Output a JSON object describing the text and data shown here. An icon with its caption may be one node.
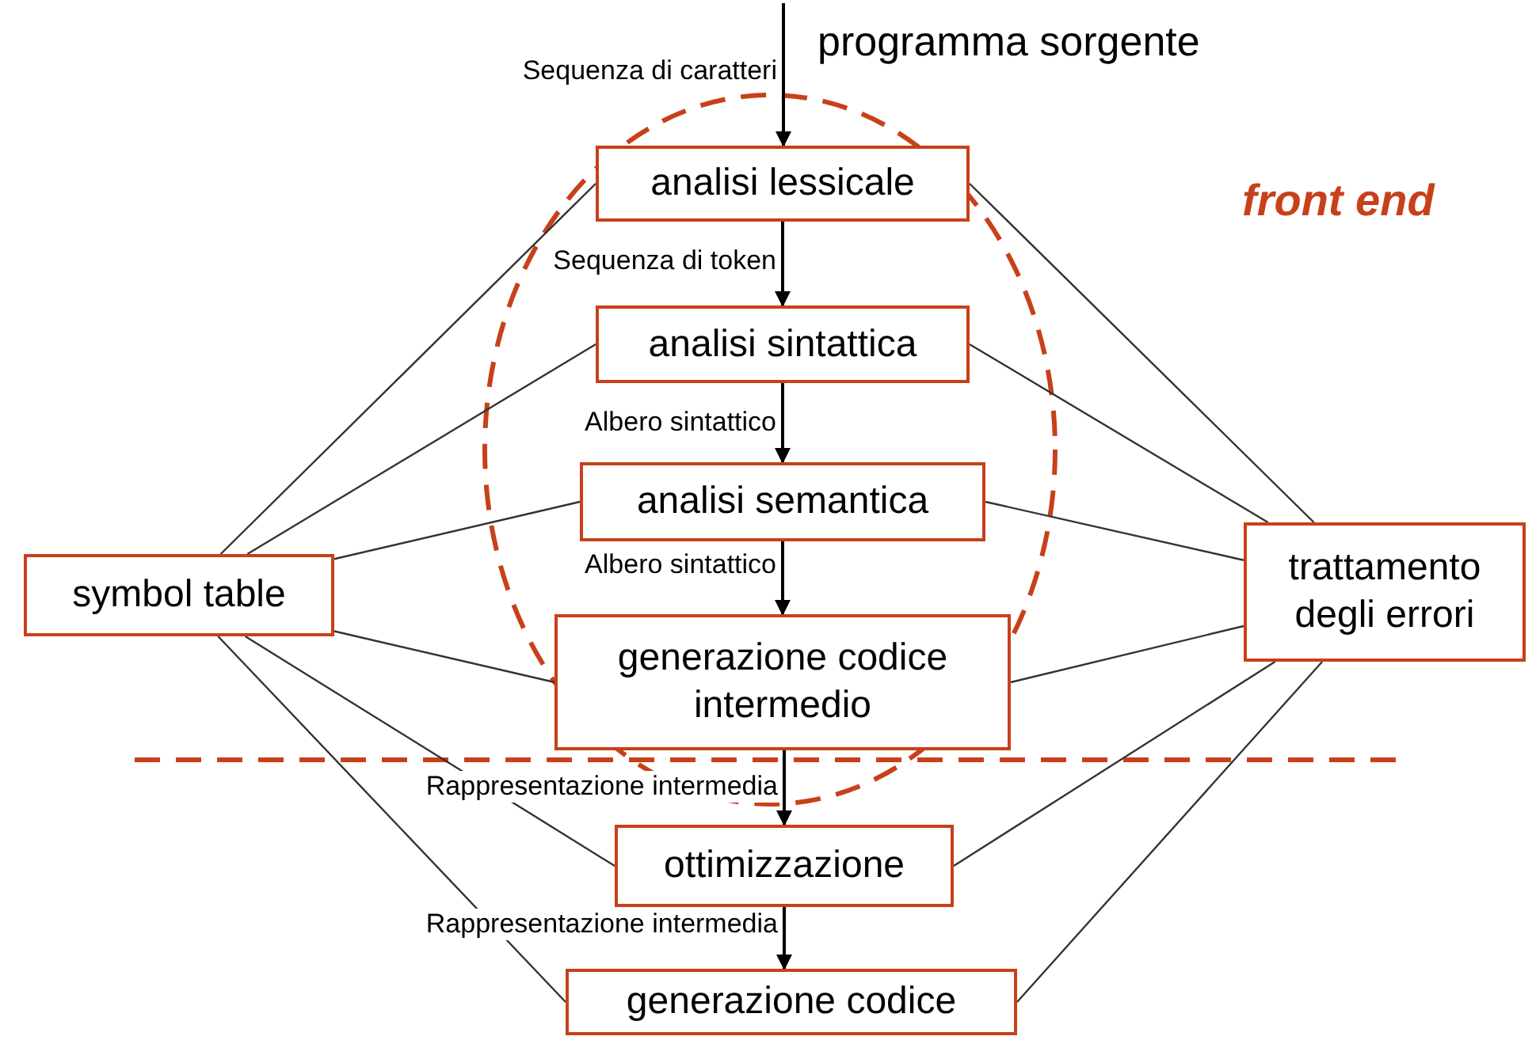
{
  "diagram": {
    "nodes": [
      {
        "text": [
          "analisi lessicale"
        ]
      },
      {
        "text": [
          "analisi sintattica"
        ]
      },
      {
        "text": [
          "analisi semantica"
        ]
      },
      {
        "text": [
          "generazione codice intermedio"
        ]
      },
      {
        "text": [
          "ottimizzazione"
        ]
      },
      {
        "text": [
          "generazione codice"
        ]
      },
      {
        "text": [
          "symbol table"
        ]
      },
      {
        "text": [
          "trattamento degli errori"
        ]
      }
    ],
    "edges": [
      {
        "from": null,
        "to": 0,
        "arrow": "to",
        "label": "Sequenza di caratteri"
      },
      {
        "from": 0,
        "to": 1,
        "arrow": "to",
        "label": "Sequenza di token"
      },
      {
        "from": 1,
        "to": 2,
        "arrow": "to",
        "label": "Albero sintattico"
      },
      {
        "from": 2,
        "to": 3,
        "arrow": "to",
        "label": "Albero sintattico"
      },
      {
        "from": 3,
        "to": 4,
        "arrow": "to",
        "label": "Rappresentazione intermedia"
      },
      {
        "from": 4,
        "to": 5,
        "arrow": "to",
        "label": "Rappresentazione intermedia"
      },
      {
        "from": 6,
        "to": 0,
        "arrow": "none"
      },
      {
        "from": 6,
        "to": 1,
        "arrow": "none"
      },
      {
        "from": 6,
        "to": 2,
        "arrow": "none"
      },
      {
        "from": 6,
        "to": 3,
        "arrow": "none"
      },
      {
        "from": 6,
        "to": 4,
        "arrow": "none"
      },
      {
        "from": 6,
        "to": 5,
        "arrow": "none"
      },
      {
        "from": 7,
        "to": 0,
        "arrow": "none"
      },
      {
        "from": 7,
        "to": 1,
        "arrow": "none"
      },
      {
        "from": 7,
        "to": 2,
        "arrow": "none"
      },
      {
        "from": 7,
        "to": 3,
        "arrow": "none"
      },
      {
        "from": 7,
        "to": 4,
        "arrow": "none"
      },
      {
        "from": 7,
        "to": 5,
        "arrow": "none"
      }
    ],
    "labels": [
      "programma sorgente",
      "front end"
    ]
  }
}
